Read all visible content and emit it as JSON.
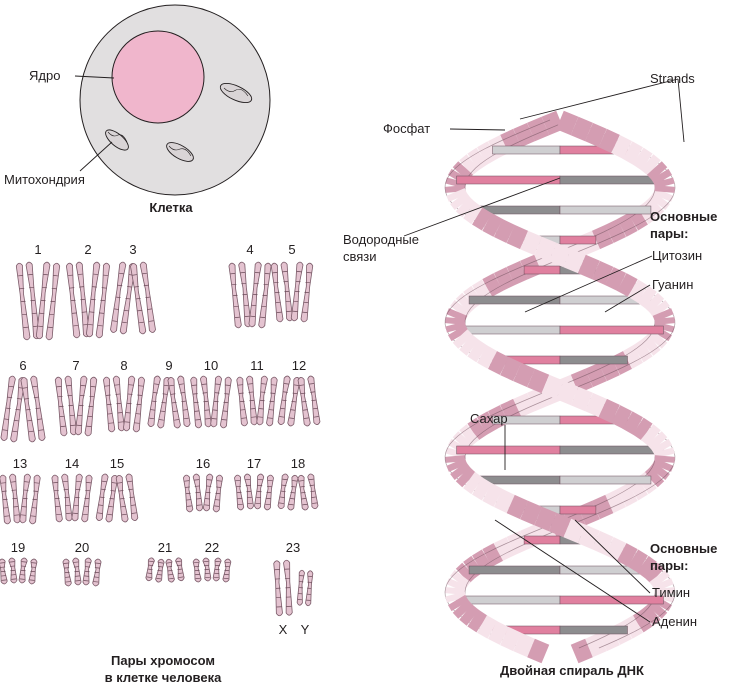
{
  "cell": {
    "title": "Клетка",
    "nucleus_label": "Ядро",
    "mitochondria_label": "Митохондрия"
  },
  "karyotype": {
    "title_line1": "Пары хромосом",
    "title_line2": "в клетке человека",
    "pair_numbers": [
      "1",
      "2",
      "3",
      "4",
      "5",
      "6",
      "7",
      "8",
      "9",
      "10",
      "11",
      "12",
      "13",
      "14",
      "15",
      "16",
      "17",
      "18",
      "19",
      "20",
      "21",
      "22",
      "23"
    ],
    "sex_x": "X",
    "sex_y": "Y"
  },
  "dna": {
    "title": "Двойная спираль ДНК",
    "strands": "Strands",
    "phosphate": "Фосфат",
    "hydrogen_bonds_line1": "Водородные",
    "hydrogen_bonds_line2": "связи",
    "base_pairs_top_line1": "Основные",
    "base_pairs_top_line2": "пары:",
    "cytosine": "Цитозин",
    "guanine": "Гуанин",
    "sugar": "Сахар",
    "base_pairs_bottom_line1": "Основные",
    "base_pairs_bottom_line2": "пары:",
    "thymine": "Тимин",
    "adenine": "Аденин"
  },
  "colors": {
    "cell_fill": "#e1dfe0",
    "nucleus_fill": "#f0b6cc",
    "strand_fill": "#f6e3ea",
    "strand_band": "#d49db2",
    "pair_pink": "#e0809f",
    "pair_grey": "#8d8d8f",
    "pair_light": "#cfcfd1"
  }
}
